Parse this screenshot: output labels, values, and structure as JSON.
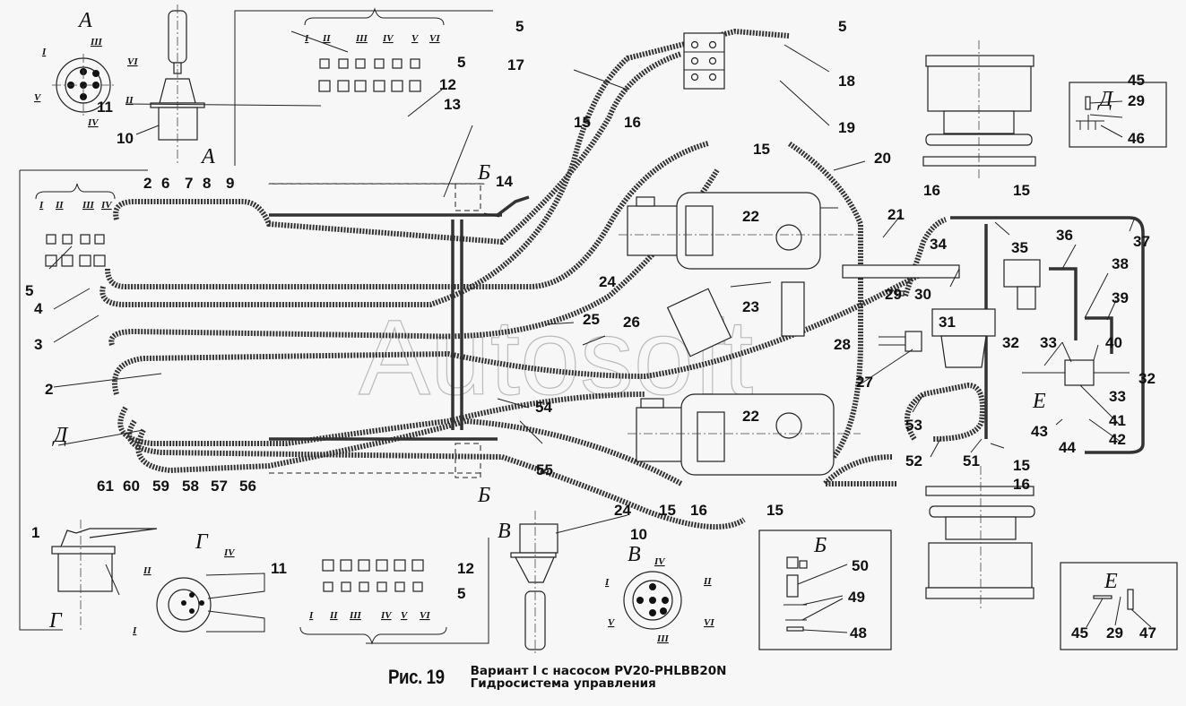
{
  "figure": {
    "number_label": "Рис. 19",
    "caption_line1": "Вариант I с насосом PV20-PHLBB20N",
    "caption_line2": "Гидросистема управления"
  },
  "watermark": "Autosoft",
  "views": {
    "A": "А",
    "A_arrow": "А",
    "B": "Б",
    "B2": "Б",
    "B_inset": "Б",
    "V": "В",
    "V_arrow": "В",
    "G": "Г",
    "G_arrow": "Г",
    "D": "Д",
    "D_inset": "Д",
    "E": "Е",
    "E_inset": "Е"
  },
  "roman": {
    "viewA": [
      "I",
      "II",
      "III",
      "IV",
      "V",
      "VI"
    ],
    "top_group": [
      "I",
      "II",
      "III",
      "IV",
      "V",
      "VI"
    ],
    "left_group": [
      "I",
      "II",
      "III",
      "IV"
    ],
    "bottom_group": [
      "I",
      "II",
      "III",
      "IV",
      "V",
      "VI"
    ],
    "viewV": [
      "I",
      "II",
      "III",
      "IV",
      "V",
      "VI"
    ],
    "viewG": [
      "I",
      "II",
      "IV"
    ]
  },
  "callouts": {
    "c1": "1",
    "c2a": "2",
    "c2b": "2",
    "c3": "3",
    "c4": "4",
    "c5a": "5",
    "c5b": "5",
    "c5c": "5",
    "c5d": "5",
    "c5e": "5",
    "c6": "6",
    "c7": "7",
    "c8": "8",
    "c9": "9",
    "c10a": "10",
    "c10b": "10",
    "c11a": "11",
    "c11b": "11",
    "c12a": "12",
    "c12b": "12",
    "c13": "13",
    "c14": "14",
    "c15a": "15",
    "c15b": "15",
    "c15c": "15",
    "c15d": "15",
    "c15e": "15",
    "c15f": "15",
    "c16a": "16",
    "c16b": "16",
    "c16c": "16",
    "c16d": "16",
    "c17": "17",
    "c18": "18",
    "c19": "19",
    "c20": "20",
    "c21": "21",
    "c22a": "22",
    "c22b": "22",
    "c23": "23",
    "c24a": "24",
    "c24b": "24",
    "c25": "25",
    "c26": "26",
    "c27": "27",
    "c28": "28",
    "c29a": "29",
    "c29b": "29",
    "c29c": "29",
    "c30": "30",
    "c31": "31",
    "c32a": "32",
    "c32b": "32",
    "c33a": "33",
    "c33b": "33",
    "c34": "34",
    "c35": "35",
    "c36": "36",
    "c37": "37",
    "c38": "38",
    "c39": "39",
    "c40": "40",
    "c41": "41",
    "c42": "42",
    "c43": "43",
    "c44": "44",
    "c45a": "45",
    "c45b": "45",
    "c46": "46",
    "c47": "47",
    "c48": "48",
    "c49": "49",
    "c50": "50",
    "c51": "51",
    "c52": "52",
    "c53": "53",
    "c54": "54",
    "c55": "55",
    "c56": "56",
    "c57": "57",
    "c58": "58",
    "c59": "59",
    "c60": "60",
    "c61": "61"
  }
}
